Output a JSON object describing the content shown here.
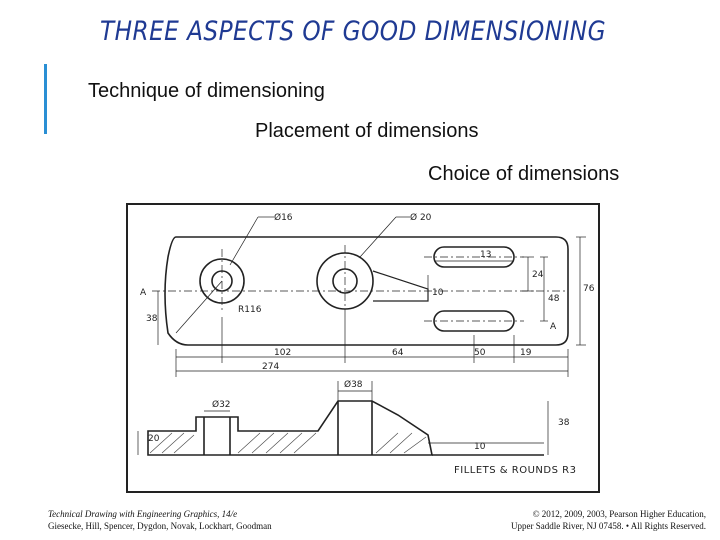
{
  "slide": {
    "title": "THREE ASPECTS OF  GOOD DIMENSIONING",
    "bullets": [
      "Technique of dimensioning",
      "Placement of dimensions",
      "Choice of dimensions"
    ]
  },
  "drawing": {
    "labels": {
      "dia16": "Ø16",
      "dia20": "Ø 20",
      "slot13": "13",
      "d24": "24",
      "d76": "76",
      "d48": "48",
      "d10_top": "10",
      "r116": "R116",
      "d38_left": "38",
      "d102": "102",
      "d64": "64",
      "d50": "50",
      "d19": "19",
      "d274": "274",
      "dia38": "Ø38",
      "dia32": "Ø32",
      "d20": "20",
      "d38_right": "38",
      "d10_bottom": "10",
      "section_a_left": "A",
      "section_a_right": "A",
      "fillets_note": "FILLETS & ROUNDS R3"
    }
  },
  "footer": {
    "left_line1": "Technical Drawing with Engineering Graphics, 14/e",
    "left_line2": "Giesecke, Hill, Spencer, Dygdon, Novak, Lockhart, Goodman",
    "right_line1": "© 2012, 2009, 2003, Pearson Higher Education,",
    "right_line2": "Upper Saddle River, NJ 07458. • All Rights Reserved."
  }
}
